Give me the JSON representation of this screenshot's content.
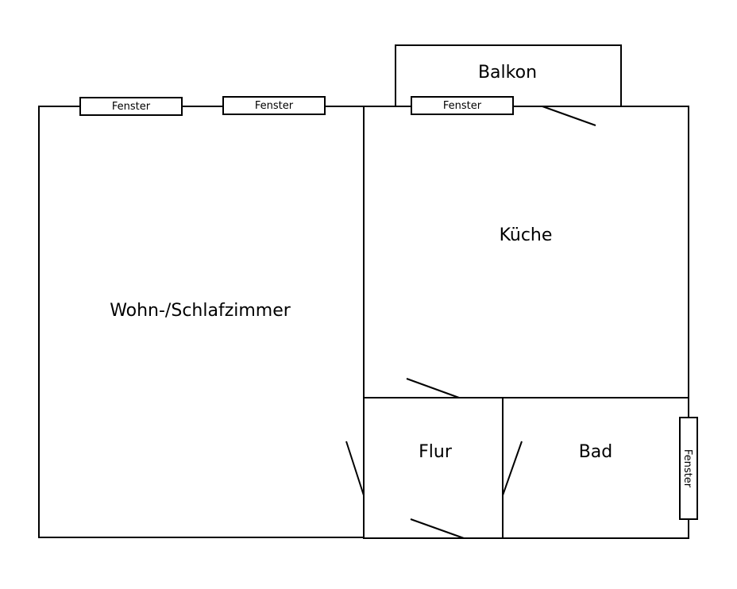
{
  "rooms": {
    "living": "Wohn-/Schlafzimmer",
    "kitchen": "Küche",
    "balcony": "Balkon",
    "hall": "Flur",
    "bath": "Bad"
  },
  "window_label": "Fenster"
}
